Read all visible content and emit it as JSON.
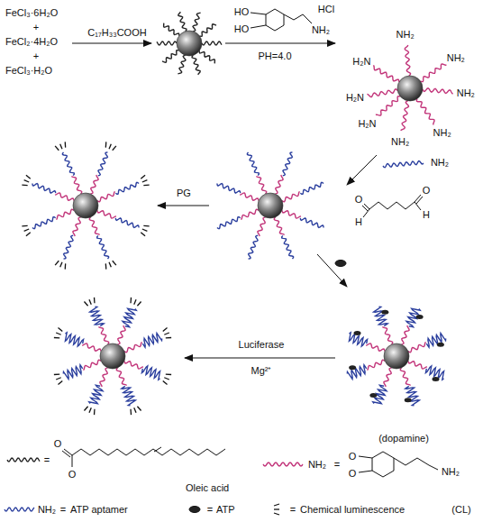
{
  "diagram": {
    "labels": [
      "FeCl₃·6H₂O",
      "+",
      "FeCl₂·4H₂O",
      "+",
      "FeCl₃·H₂O",
      "C₁₇H₃₃COOH",
      "HO",
      "HO",
      "HCl",
      "NH₂",
      "PH=4.0",
      "H₂N",
      "NH₂",
      "NH₂",
      "H₂N",
      "NH₂",
      "H₂N",
      "NH₂",
      "NH₂",
      "NH₂",
      "O",
      "H",
      "O",
      "H",
      "PG",
      "Luciferase",
      "Mg²⁺",
      "=",
      "O",
      "O",
      "NH₂",
      "=",
      "O",
      "O",
      "NH₂",
      "NH₂",
      "=",
      "=",
      "=",
      "(CL)"
    ],
    "legend": [
      {
        "text": "Oleic acid"
      },
      {
        "text": "(dopamine)"
      },
      {
        "text": "ATP aptamer"
      },
      {
        "text": "ATP"
      },
      {
        "text": "Chemical luminescence"
      }
    ]
  }
}
